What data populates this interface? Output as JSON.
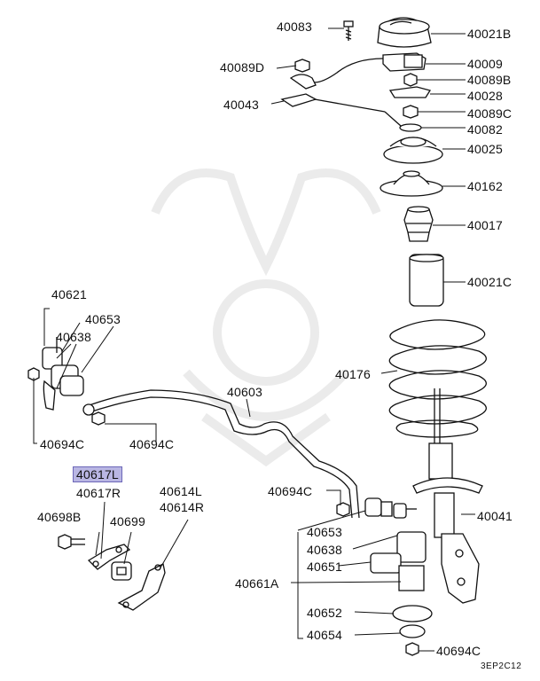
{
  "labels": {
    "p40083": "40083",
    "p40021B": "40021B",
    "p40089D": "40089D",
    "p40009": "40009",
    "p40089B": "40089B",
    "p40043": "40043",
    "p40028": "40028",
    "p40089C": "40089C",
    "p40082": "40082",
    "p40025": "40025",
    "p40162": "40162",
    "p40017": "40017",
    "p40021C": "40021C",
    "p40621": "40621",
    "p40653a": "40653",
    "p40638a": "40638",
    "p40176": "40176",
    "p40603": "40603",
    "p40694Ca": "40694C",
    "p40694Cb": "40694C",
    "p40617L": "40617L",
    "p40617R": "40617R",
    "p40614L": "40614L",
    "p40614R": "40614R",
    "p40694Cc": "40694C",
    "p40698B": "40698B",
    "p40699": "40699",
    "p40041": "40041",
    "p40653b": "40653",
    "p40638b": "40638",
    "p40651": "40651",
    "p40661A": "40661A",
    "p40652": "40652",
    "p40654": "40654",
    "p40694Cd": "40694C"
  },
  "diagram_code": "3EP2C12",
  "highlight_color": "#b9b6e3"
}
